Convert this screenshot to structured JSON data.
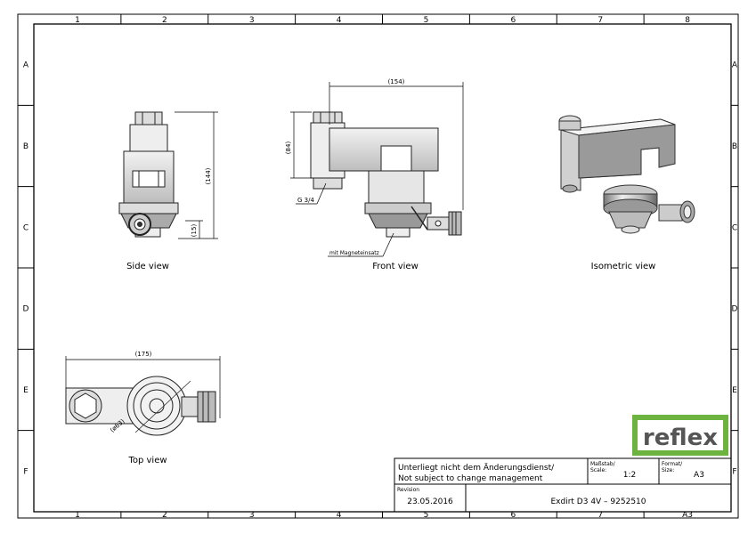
{
  "grid": {
    "columns": [
      "1",
      "2",
      "3",
      "4",
      "5",
      "6",
      "7",
      "8"
    ],
    "rows": [
      "A",
      "B",
      "C",
      "D",
      "E",
      "F"
    ],
    "bottom_last": "A3"
  },
  "views": {
    "side": {
      "label": "Side view",
      "dim_height": "(144)",
      "dim_base": "(15)"
    },
    "front": {
      "label": "Front view",
      "dim_width": "(154)",
      "dim_height": "(84)",
      "thread": "G 3/4",
      "magnet": "mit Magneteinsatz"
    },
    "isometric": {
      "label": "Isometric view"
    },
    "top": {
      "label": "Top view",
      "dim_width": "(175)",
      "dim_dia": "(ø63)"
    }
  },
  "logo": {
    "text": "reflex",
    "color": "#6cb33f"
  },
  "title_block": {
    "note_line1": "Unterliegt nicht dem Änderungsdienst/",
    "note_line2": "Not subject to change management",
    "scale_label_1": "Maßstab/",
    "scale_label_2": "Scale:",
    "scale_value": "1:2",
    "format_label_1": "Format/",
    "format_label_2": "Size:",
    "format_value": "A3",
    "revision_label": "Revision",
    "revision_date": "23.05.2016",
    "title": "Exdirt D3 4V – 9252510"
  }
}
